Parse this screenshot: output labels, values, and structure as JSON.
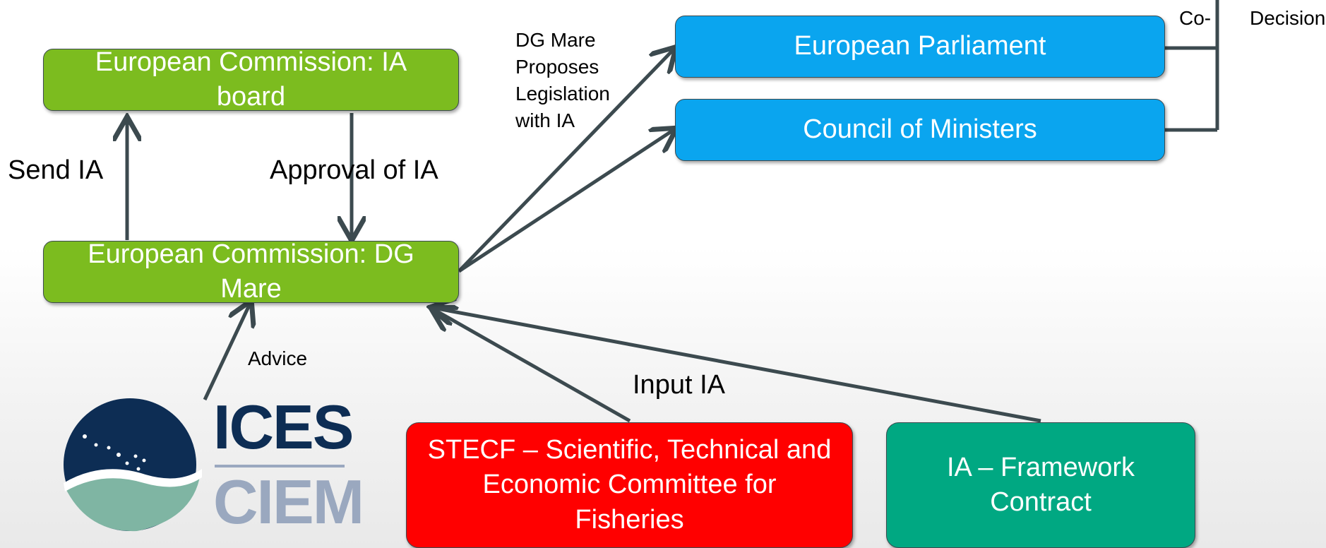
{
  "boxes": {
    "ia_board": "European Commission: IA board",
    "dg_mare": "European Commission: DG Mare",
    "parliament": "European Parliament",
    "council": "Council of Ministers",
    "stecf": "STECF – Scientific, Technical and Economic Committee for Fisheries",
    "framework": "IA – Framework Contract"
  },
  "labels": {
    "send_ia": "Send IA",
    "approval": "Approval of IA",
    "proposes": [
      "DG Mare",
      "Proposes",
      "Legislation",
      "with IA"
    ],
    "codecision_a": "Co-",
    "codecision_b": "Decision",
    "advice": "Advice",
    "input_ia": "Input IA"
  },
  "logo": {
    "top": "ICES",
    "bottom": "CIEM"
  },
  "colors": {
    "green": "#7cbc1f",
    "blue": "#0aa5ef",
    "red": "#ff0000",
    "teal": "#00a882",
    "arrow": "#3c4a4f",
    "logo_navy": "#0d2d54",
    "logo_teal": "#7fb5a3",
    "logo_gray": "#9aa8bf"
  }
}
